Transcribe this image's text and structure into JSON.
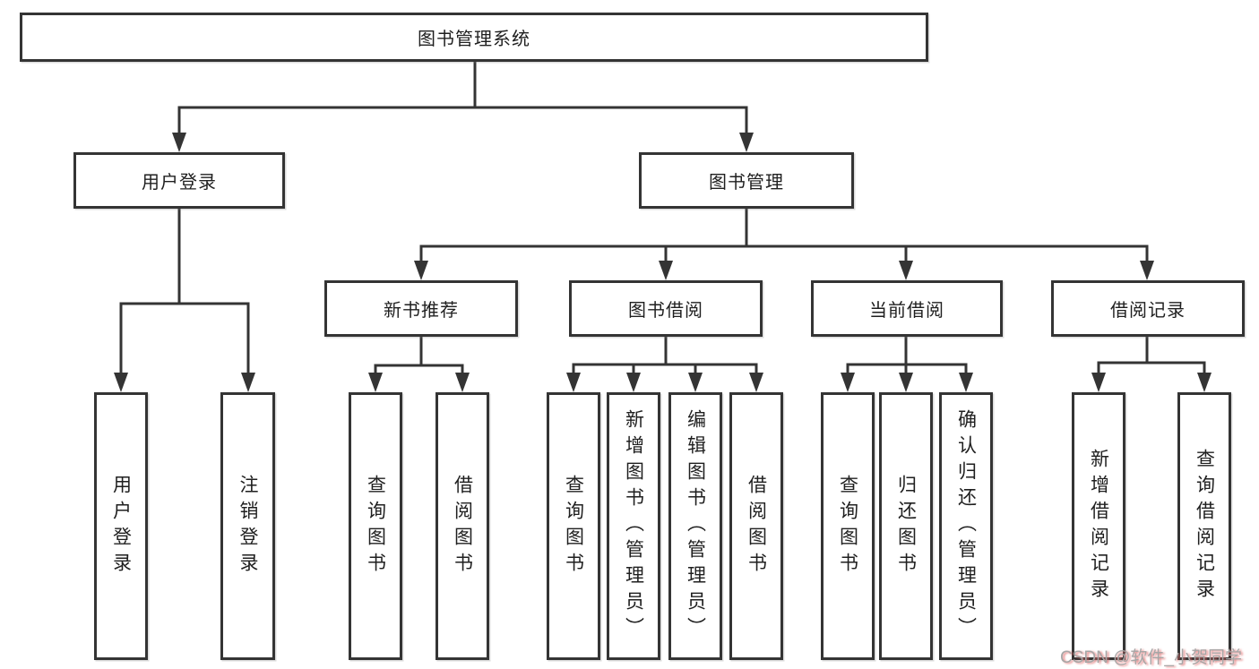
{
  "diagram": {
    "root": {
      "label": "图书管理系统"
    },
    "branches": [
      {
        "label": "用户登录",
        "children": [
          {
            "label": "用户登录"
          },
          {
            "label": "注销登录"
          }
        ]
      },
      {
        "label": "图书管理",
        "sections": [
          {
            "label": "新书推荐",
            "children": [
              {
                "label": "查询图书"
              },
              {
                "label": "借阅图书"
              }
            ]
          },
          {
            "label": "图书借阅",
            "children": [
              {
                "label": "查询图书"
              },
              {
                "label": "新增图书（管理员）"
              },
              {
                "label": "编辑图书（管理员）"
              },
              {
                "label": "借阅图书"
              }
            ]
          },
          {
            "label": "当前借阅",
            "children": [
              {
                "label": "查询图书"
              },
              {
                "label": "归还图书"
              },
              {
                "label": "确认归还（管理员）"
              }
            ]
          },
          {
            "label": "借阅记录",
            "children": [
              {
                "label": "新增借阅记录"
              },
              {
                "label": "查询借阅记录"
              }
            ]
          }
        ]
      }
    ]
  },
  "watermark": {
    "text": "CSDN @软件_小贺同学"
  },
  "colors": {
    "line": "#343434",
    "box_border": "#343434",
    "box_background": "#ffffff",
    "text": "#1f1f1f",
    "watermark_gray": "#a6a6a6",
    "watermark_red": "#de6464"
  }
}
